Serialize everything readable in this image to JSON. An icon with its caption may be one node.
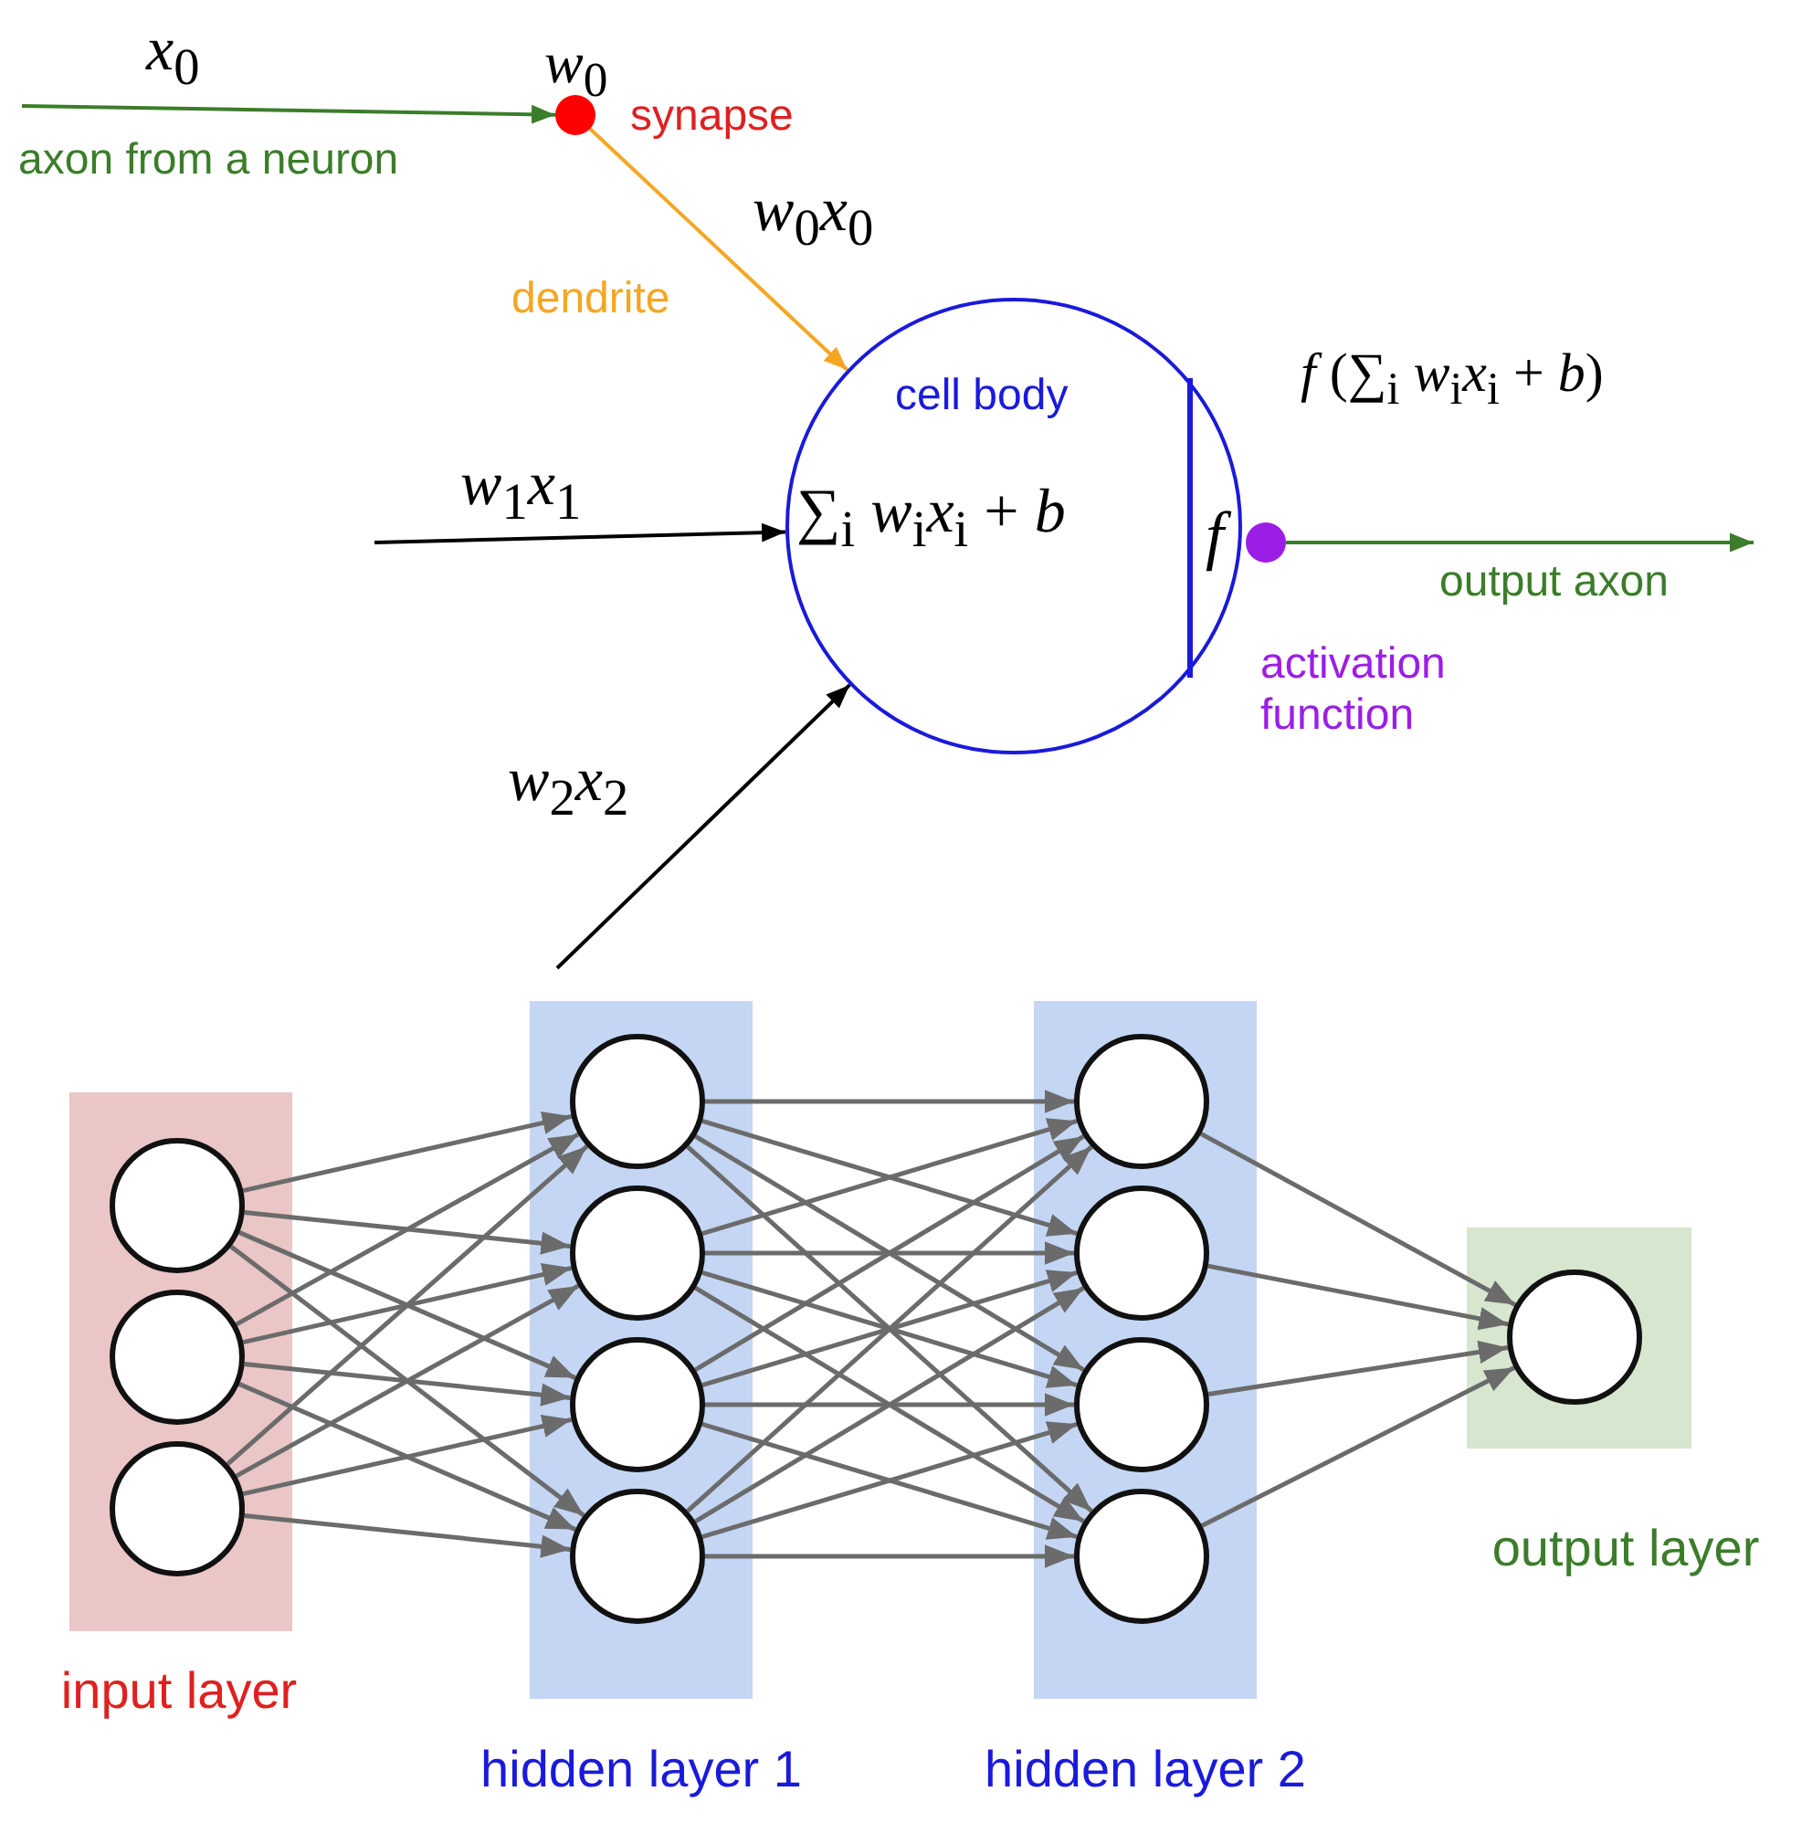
{
  "diagram": {
    "nodes": [
      {
        "text": [],
        "shape": "circle",
        "beside": [
          "*w*$_{0}$",
          "synapse"
        ]
      },
      {
        "text": [
          "cell body",
          "∑$_{i}$ *w*$_{i}$*x*$_{i}$ + *b*",
          "*f*"
        ]
      },
      {
        "text": [],
        "shape": "circle"
      },
      {
        "text": [
          "input layer"
        ]
      },
      {
        "text": [],
        "shape": "circle",
        "in": 3
      },
      {
        "text": [],
        "shape": "circle",
        "in": 3
      },
      {
        "text": [],
        "shape": "circle",
        "in": 3
      },
      {
        "text": [
          "hidden layer 1"
        ]
      },
      {
        "text": [],
        "shape": "circle",
        "in": 7
      },
      {
        "text": [],
        "shape": "circle",
        "in": 7
      },
      {
        "text": [],
        "shape": "circle",
        "in": 7
      },
      {
        "text": [],
        "shape": "circle",
        "in": 7
      },
      {
        "text": [
          "hidden layer 2"
        ]
      },
      {
        "text": [],
        "shape": "circle",
        "in": 12
      },
      {
        "text": [],
        "shape": "circle",
        "in": 12
      },
      {
        "text": [],
        "shape": "circle",
        "in": 12
      },
      {
        "text": [],
        "shape": "circle",
        "in": 12
      },
      {
        "text": [
          "output layer"
        ]
      },
      {
        "text": [],
        "shape": "circle",
        "in": 17
      }
    ],
    "edges": [
      {
        "from": null,
        "to": 0,
        "arrow": "to",
        "label": "*x*$_{0}$",
        "color": "#3b7d2a"
      },
      {
        "from": 0,
        "to": 1,
        "arrow": "to",
        "label": "*w*$_{0}$*x*$_{0}$",
        "color": "#f5a623"
      },
      {
        "from": null,
        "to": 1,
        "arrow": "to",
        "label": "*w*$_{1}$*x*$_{1}$",
        "color": "#000000"
      },
      {
        "from": null,
        "to": 1,
        "arrow": "to",
        "label": "*w*$_{2}$*x*$_{2}$",
        "color": "#000000"
      },
      {
        "from": 2,
        "to": null,
        "arrow": "to",
        "label": "output axon",
        "color": "#3b7d2a"
      },
      {
        "from": 4,
        "to": 8,
        "arrow": "to"
      },
      {
        "from": 4,
        "to": 9,
        "arrow": "to"
      },
      {
        "from": 4,
        "to": 10,
        "arrow": "to"
      },
      {
        "from": 4,
        "to": 11,
        "arrow": "to"
      },
      {
        "from": 5,
        "to": 8,
        "arrow": "to"
      },
      {
        "from": 5,
        "to": 9,
        "arrow": "to"
      },
      {
        "from": 5,
        "to": 10,
        "arrow": "to"
      },
      {
        "from": 5,
        "to": 11,
        "arrow": "to"
      },
      {
        "from": 6,
        "to": 8,
        "arrow": "to"
      },
      {
        "from": 6,
        "to": 9,
        "arrow": "to"
      },
      {
        "from": 6,
        "to": 10,
        "arrow": "to"
      },
      {
        "from": 6,
        "to": 11,
        "arrow": "to"
      },
      {
        "from": 8,
        "to": 13,
        "arrow": "to"
      },
      {
        "from": 8,
        "to": 14,
        "arrow": "to"
      },
      {
        "from": 8,
        "to": 15,
        "arrow": "to"
      },
      {
        "from": 8,
        "to": 16,
        "arrow": "to"
      },
      {
        "from": 9,
        "to": 13,
        "arrow": "to"
      },
      {
        "from": 9,
        "to": 14,
        "arrow": "to"
      },
      {
        "from": 9,
        "to": 15,
        "arrow": "to"
      },
      {
        "from": 9,
        "to": 16,
        "arrow": "to"
      },
      {
        "from": 10,
        "to": 13,
        "arrow": "to"
      },
      {
        "from": 10,
        "to": 14,
        "arrow": "to"
      },
      {
        "from": 10,
        "to": 15,
        "arrow": "to"
      },
      {
        "from": 10,
        "to": 16,
        "arrow": "to"
      },
      {
        "from": 11,
        "to": 13,
        "arrow": "to"
      },
      {
        "from": 11,
        "to": 14,
        "arrow": "to"
      },
      {
        "from": 11,
        "to": 15,
        "arrow": "to"
      },
      {
        "from": 11,
        "to": 16,
        "arrow": "to"
      },
      {
        "from": 13,
        "to": 18,
        "arrow": "to"
      },
      {
        "from": 14,
        "to": 18,
        "arrow": "to"
      },
      {
        "from": 15,
        "to": 18,
        "arrow": "to"
      },
      {
        "from": 16,
        "to": 18,
        "arrow": "to"
      }
    ],
    "labels": [
      "axon from a neuron",
      "dendrite",
      "*f* (∑$_{i}$ *w*$_{i}$*x*$_{i}$ + *b*)",
      "activation function"
    ]
  }
}
